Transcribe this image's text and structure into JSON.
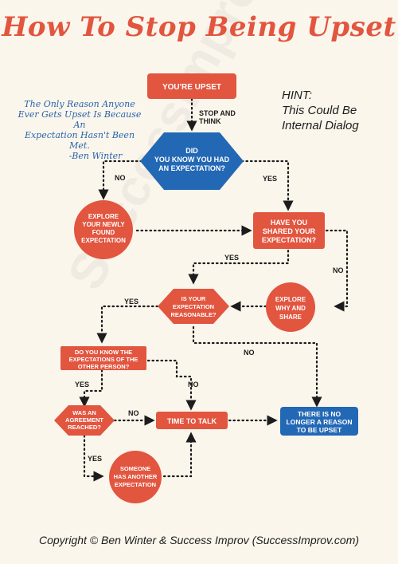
{
  "title": "How To Stop Being Upset",
  "quote": {
    "lines": [
      "The Only Reason Anyone",
      "Ever Gets Upset Is Because An",
      "Expectation Hasn't Been Met."
    ],
    "author": "-Ben Winter"
  },
  "hint": {
    "label": "HINT:",
    "line1": "This Could Be",
    "line2": "Internal Dialog"
  },
  "watermark": "SuccessImprov.com",
  "footer": "Copyright © Ben Winter & Success Improv (SuccessImprov.com)",
  "colors": {
    "red": "#e2553f",
    "blue": "#2368b5",
    "bg": "#fbf6ec"
  },
  "nodes": {
    "youre_upset": "YOU'RE UPSET",
    "stop_think": [
      "STOP AND",
      "THINK"
    ],
    "expectation_q": [
      "DID",
      "YOU KNOW YOU HAD",
      "AN EXPECTATION?"
    ],
    "explore_new": [
      "EXPLORE",
      "YOUR NEWLY",
      "FOUND",
      "EXPECTATION"
    ],
    "shared_q": [
      "HAVE YOU",
      "SHARED YOUR",
      "EXPECTATION?"
    ],
    "explore_share": [
      "EXPLORE",
      "WHY AND",
      "SHARE"
    ],
    "reasonable_q": [
      "IS YOUR",
      "EXPECTATION",
      "REASONABLE?"
    ],
    "know_other": [
      "DO YOU KNOW THE",
      "EXPECTATIONS OF THE",
      "OTHER PERSON?"
    ],
    "agreement_q": [
      "WAS AN",
      "AGREEMENT",
      "REACHED?"
    ],
    "time_to_talk": "TIME TO TALK",
    "no_longer": [
      "THERE IS NO",
      "LONGER A REASON",
      "TO BE UPSET"
    ],
    "someone_else": [
      "SOMEONE",
      "HAS ANOTHER",
      "EXPECTATION"
    ]
  },
  "edge_labels": {
    "no1": "NO",
    "yes1": "YES",
    "yes2": "YES",
    "no2": "NO",
    "yes3": "YES",
    "no3": "NO",
    "yes4": "YES",
    "no4": "NO",
    "no5": "NO",
    "yes5": "YES"
  }
}
